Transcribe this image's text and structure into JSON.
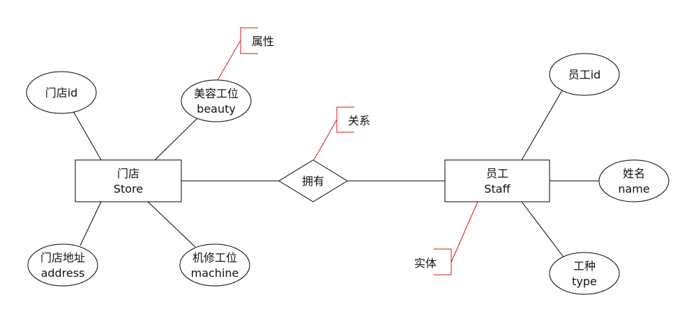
{
  "entities": {
    "store": {
      "line1": "门店",
      "line2": "Store"
    },
    "staff": {
      "line1": "员工",
      "line2": "Staff"
    }
  },
  "relationship": {
    "label": "拥有"
  },
  "attributes": {
    "store_id": {
      "line1": "门店id"
    },
    "beauty": {
      "line1": "美容工位",
      "line2": "beauty"
    },
    "address": {
      "line1": "门店地址",
      "line2": "address"
    },
    "machine": {
      "line1": "机修工位",
      "line2": "machine"
    },
    "staff_id": {
      "line1": "员工id"
    },
    "name": {
      "line1": "姓名",
      "line2": "name"
    },
    "type": {
      "line1": "工种",
      "line2": "type"
    }
  },
  "annotations": {
    "attribute": "属性",
    "relation": "关系",
    "entity": "实体"
  },
  "colors": {
    "annotation": "#d11a1a",
    "stroke": "#000000"
  }
}
